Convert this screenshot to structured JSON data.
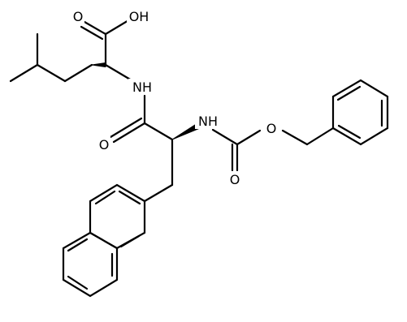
{
  "molecule": {
    "atom_labels": {
      "oh": "OH",
      "o_acid": "O",
      "nh_leu": "NH",
      "o_amide": "O",
      "nh_cbz": "NH",
      "o_carbonyl": "O",
      "o_ester": "O"
    },
    "colors": {
      "bond": "#000000",
      "label": "#000000",
      "background": "#ffffff"
    }
  }
}
